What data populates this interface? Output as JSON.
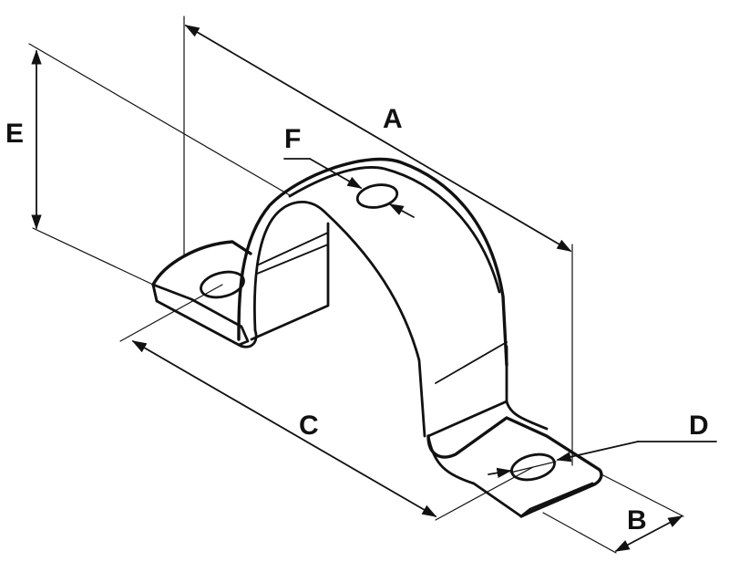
{
  "labels": {
    "a": "A",
    "b": "B",
    "c": "C",
    "d": "D",
    "e": "E",
    "f": "F"
  },
  "colors": {
    "ink": "#111111",
    "background": "#ffffff"
  }
}
